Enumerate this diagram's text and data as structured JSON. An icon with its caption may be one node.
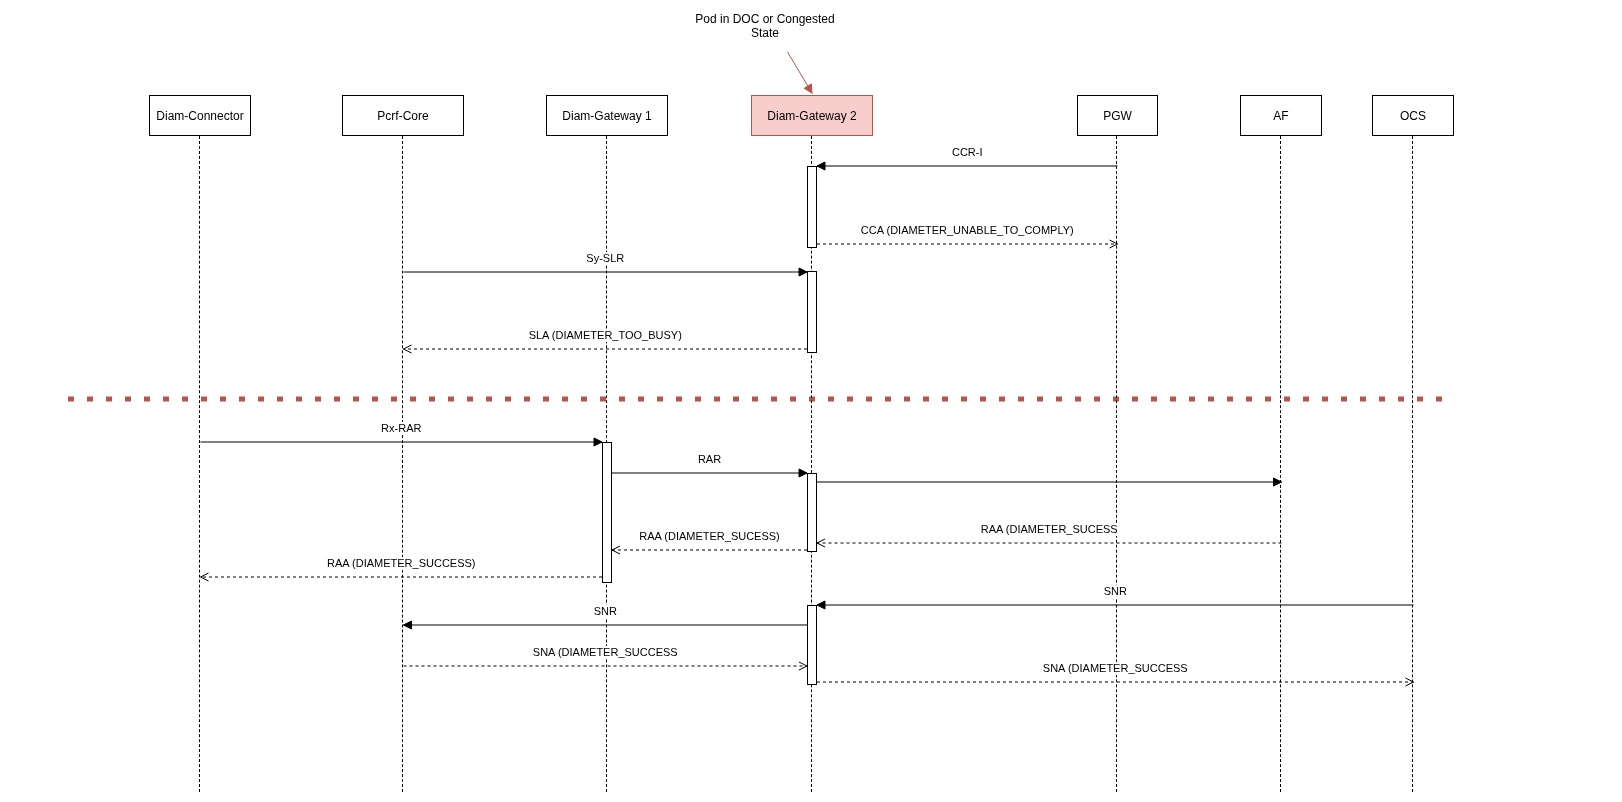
{
  "diagram": {
    "nodes": [
      {
        "text": [
          "Diam-Connector"
        ]
      },
      {
        "text": [
          "Pcrf-Core"
        ]
      },
      {
        "text": [
          "Diam-Gateway 1"
        ]
      },
      {
        "text": [
          "Diam-Gateway 2"
        ]
      },
      {
        "text": [
          "PGW"
        ]
      },
      {
        "text": [
          "AF"
        ]
      },
      {
        "text": [
          "OCS"
        ]
      },
      {
        "text": [
          "Pod in DOC or Congested State"
        ]
      },
      {
        "text": [],
        "shape": "bar"
      },
      {
        "text": [],
        "shape": "bar"
      },
      {
        "text": [],
        "shape": "bar"
      },
      {
        "text": [],
        "shape": "bar"
      },
      {
        "text": [],
        "shape": "bar"
      },
      {
        "text": [],
        "shape": "line"
      },
      {
        "text": [],
        "shape": "line"
      },
      {
        "text": [],
        "shape": "line"
      },
      {
        "text": [],
        "shape": "line"
      },
      {
        "text": [],
        "shape": "line"
      },
      {
        "text": [],
        "shape": "line"
      },
      {
        "text": [],
        "shape": "line"
      }
    ],
    "edges": [
      {
        "from": 7,
        "to": 3,
        "arrow": "to",
        "color": "#b85450"
      },
      {
        "from": 17,
        "to": 8,
        "arrow": "to",
        "label": "CCR-I"
      },
      {
        "from": 8,
        "to": 17,
        "arrow": "to",
        "label": "CCA (DIAMETER_UNABLE_TO_COMPLY)",
        "style": "dashed"
      },
      {
        "from": 14,
        "to": 9,
        "arrow": "to",
        "label": "Sy-SLR"
      },
      {
        "from": 9,
        "to": 14,
        "arrow": "to",
        "label": "SLA (DIAMETER_TOO_BUSY)",
        "style": "dashed"
      },
      {
        "from": 13,
        "to": 10,
        "arrow": "to",
        "label": "Rx-RAR"
      },
      {
        "from": 10,
        "to": 11,
        "arrow": "to",
        "label": "RAR"
      },
      {
        "from": 11,
        "to": 18,
        "arrow": "to"
      },
      {
        "from": 18,
        "to": 11,
        "arrow": "to",
        "label": "RAA (DIAMETER_SUCESS",
        "style": "dashed"
      },
      {
        "from": 11,
        "to": 10,
        "arrow": "to",
        "label": "RAA (DIAMETER_SUCESS)",
        "style": "dashed"
      },
      {
        "from": 10,
        "to": 13,
        "arrow": "to",
        "label": "RAA (DIAMETER_SUCCESS)",
        "style": "dashed"
      },
      {
        "from": 19,
        "to": 12,
        "arrow": "to",
        "label": "SNR"
      },
      {
        "from": 12,
        "to": 14,
        "arrow": "to",
        "label": "SNR"
      },
      {
        "from": 14,
        "to": 12,
        "arrow": "to",
        "label": "SNA (DIAMETER_SUCCESS",
        "style": "dashed"
      },
      {
        "from": 12,
        "to": 19,
        "arrow": "to",
        "label": "SNA (DIAMETER_SUCCESS",
        "style": "dashed"
      }
    ]
  }
}
